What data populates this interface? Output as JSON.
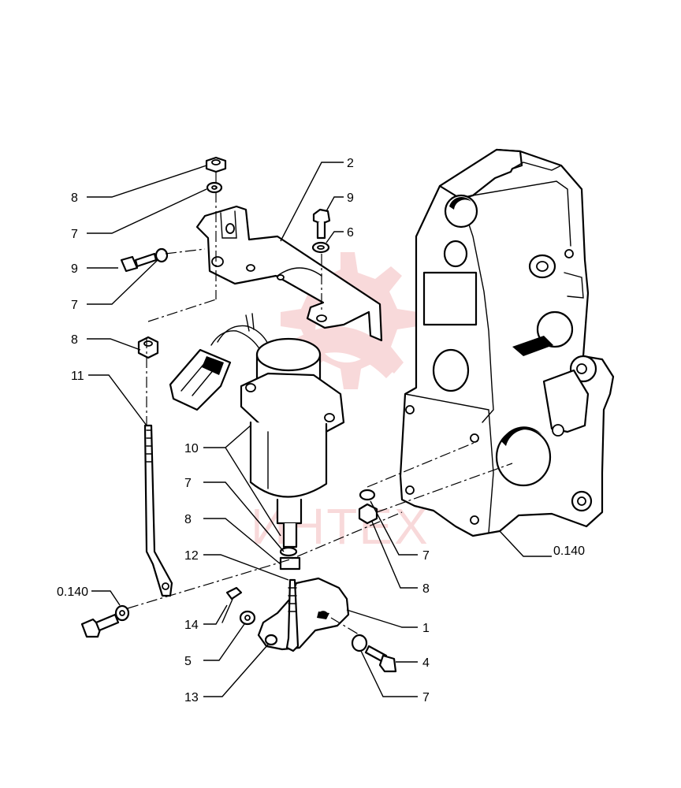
{
  "callouts": {
    "c1": "1",
    "c2": "2",
    "c4": "4",
    "c5": "5",
    "c6": "6",
    "c7a": "7",
    "c7b": "7",
    "c7c": "7",
    "c7d": "7",
    "c7e": "7",
    "c8a": "8",
    "c8b": "8",
    "c8c": "8",
    "c8d": "8",
    "c9a": "9",
    "c9b": "9",
    "c10": "10",
    "c11": "11",
    "c12": "12",
    "c13": "13",
    "c14": "14",
    "ref_left": "0.140",
    "ref_right": "0.140"
  },
  "watermark": {
    "text": "ИНТЕХ",
    "color": "#e0474c"
  }
}
